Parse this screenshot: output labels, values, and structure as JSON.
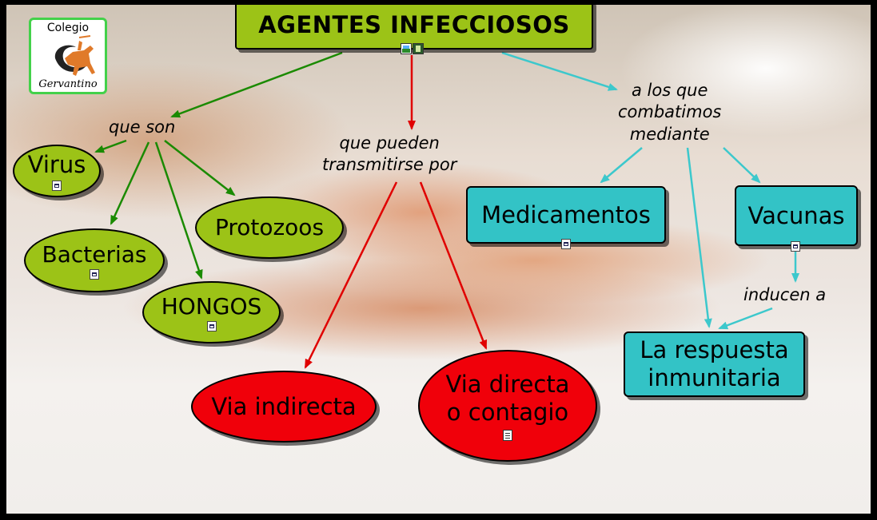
{
  "logo": {
    "line1": "Colegio",
    "line2": "Gervantino"
  },
  "title": "AGENTES INFECCIOSOS",
  "links": {
    "que_son": "que son",
    "transmitirse_1": "que pueden",
    "transmitirse_2": "transmitirse por",
    "combatimos_1": "a los que",
    "combatimos_2": "combatimos",
    "combatimos_3": "mediante",
    "inducen": "inducen a"
  },
  "concepts": {
    "virus": "Virus",
    "bacterias": "Bacterias",
    "hongos": "HONGOS",
    "protozoos": "Protozoos",
    "via_indirecta": "Via indirecta",
    "via_directa_1": "Via directa",
    "via_directa_2": "o contagio",
    "medicamentos": "Medicamentos",
    "vacunas": "Vacunas",
    "respuesta_1": "La respuesta",
    "respuesta_2": "inmunitaria"
  },
  "colors": {
    "green_node": "#9cc317",
    "red_node": "#f0000a",
    "teal_node": "#33c3c6",
    "green_arrow": "#1a8a00",
    "red_arrow": "#e00000",
    "teal_arrow": "#3cc8cc"
  },
  "icons": [
    "image-icon",
    "film-icon",
    "submap-icon",
    "document-icon"
  ]
}
